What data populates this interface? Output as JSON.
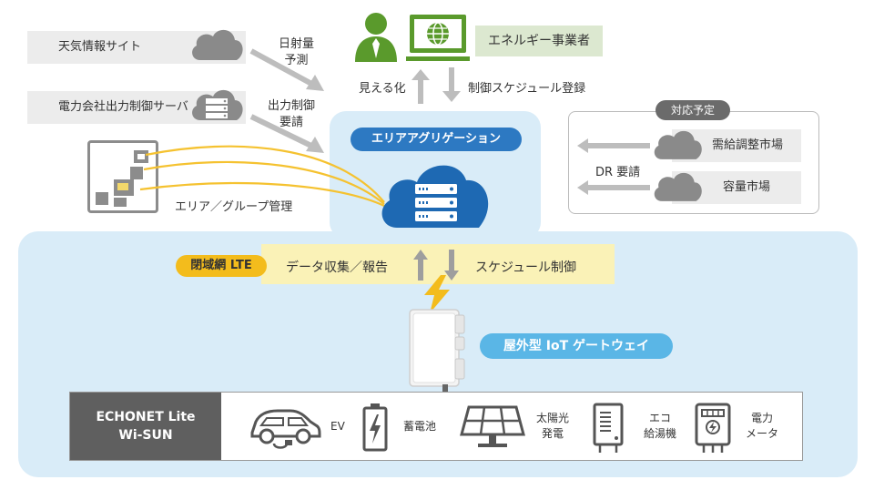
{
  "sources": {
    "weather": "天気情報サイト",
    "power_company": "電力会社出力制御サーバ"
  },
  "flows": {
    "solar_forecast_line1": "日射量",
    "solar_forecast_line2": "予測",
    "curtail_req_line1": "出力制御",
    "curtail_req_line2": "要請",
    "area_group": "エリア／グループ管理",
    "visualize": "見える化",
    "schedule_register": "制御スケジュール登録",
    "dr_request": "DR 要請"
  },
  "energy_operator": "エネルギー事業者",
  "aggregation": "エリアアグリゲーション",
  "future": {
    "tag": "対応予定",
    "market1": "需給調整市場",
    "market2": "容量市場"
  },
  "network": {
    "closed_lte": "閉域網 LTE",
    "data_collect": "データ収集／報告",
    "schedule_control": "スケジュール制御"
  },
  "gateway": "屋外型 IoT ゲートウェイ",
  "protocol": {
    "line1": "ECHONET Lite",
    "line2": "Wi-SUN"
  },
  "devices": [
    {
      "label": "EV",
      "icon": "ev-car-icon"
    },
    {
      "label": "蓄電池",
      "icon": "battery-icon"
    },
    {
      "label1": "太陽光",
      "label2": "発電",
      "icon": "solar-panel-icon"
    },
    {
      "label1": "エコ",
      "label2": "給湯機",
      "icon": "water-heater-icon"
    },
    {
      "label1": "電力",
      "label2": "メータ",
      "icon": "power-meter-icon"
    }
  ],
  "colors": {
    "light_blue_bg": "#d9ecf8",
    "aggregation_blue": "#2d79c2",
    "gateway_blue": "#5ab6e6",
    "lte_yellow": "#f3bc1c",
    "band_yellow": "#faf2b7",
    "operator_green": "#5a9a2c",
    "arrow_gray": "#bdbdbd",
    "cloud_gray": "#8a8a8a"
  }
}
